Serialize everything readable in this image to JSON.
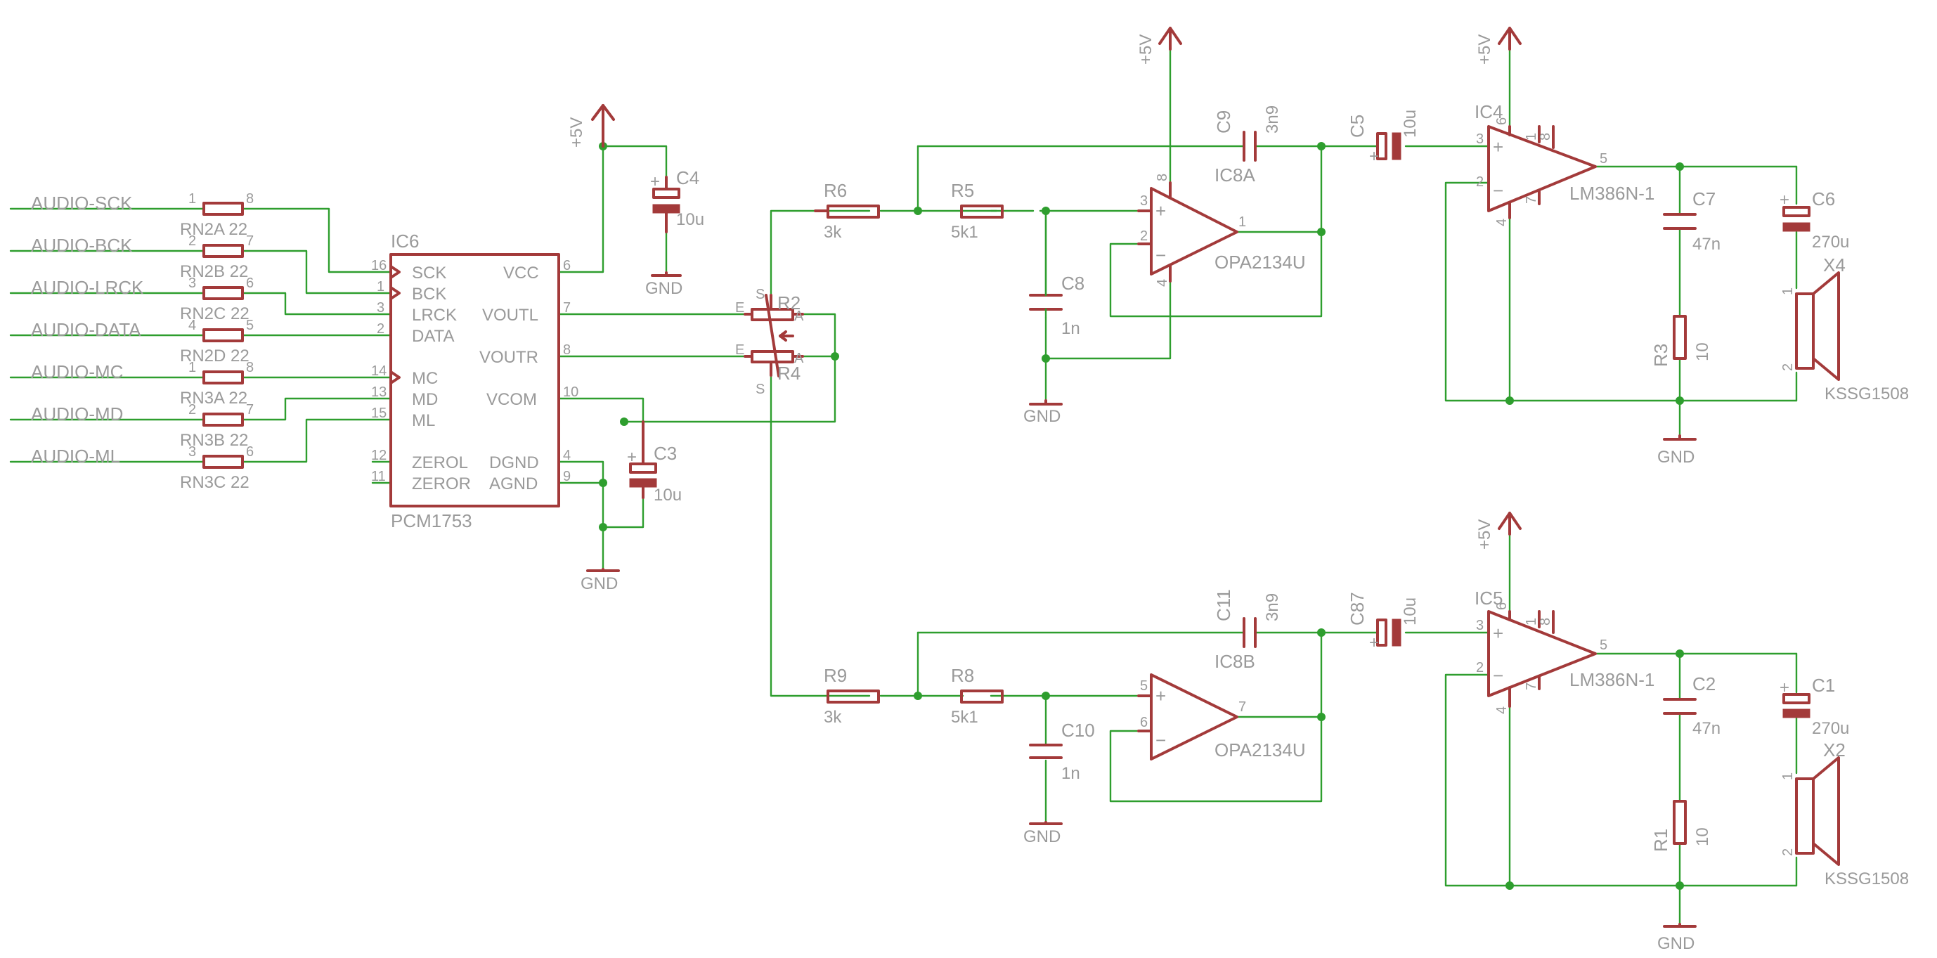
{
  "supply": "+5V",
  "ground": "GND",
  "nets": [
    "AUDIO-SCK",
    "AUDIO-BCK",
    "AUDIO-LRCK",
    "AUDIO-DATA",
    "AUDIO-MC",
    "AUDIO-MD",
    "AUDIO-ML"
  ],
  "resistor_networks": [
    {
      "name": "RN2A 22",
      "p1": "1",
      "p2": "8"
    },
    {
      "name": "RN2B 22",
      "p1": "2",
      "p2": "7"
    },
    {
      "name": "RN2C 22",
      "p1": "3",
      "p2": "6"
    },
    {
      "name": "RN2D 22",
      "p1": "4",
      "p2": "5"
    },
    {
      "name": "RN3A 22",
      "p1": "1",
      "p2": "8"
    },
    {
      "name": "RN3B 22",
      "p1": "2",
      "p2": "7"
    },
    {
      "name": "RN3C 22",
      "p1": "3",
      "p2": "6"
    }
  ],
  "dac": {
    "ref": "IC6",
    "part": "PCM1753",
    "left_pins": [
      {
        "num": "16",
        "name": "SCK"
      },
      {
        "num": "1",
        "name": "BCK"
      },
      {
        "num": "3",
        "name": "LRCK"
      },
      {
        "num": "2",
        "name": "DATA"
      },
      {
        "num": "14",
        "name": "MC"
      },
      {
        "num": "13",
        "name": "MD"
      },
      {
        "num": "15",
        "name": "ML"
      },
      {
        "num": "12",
        "name": "ZEROL"
      },
      {
        "num": "11",
        "name": "ZEROR"
      }
    ],
    "right_pins": [
      {
        "num": "6",
        "name": "VCC"
      },
      {
        "num": "7",
        "name": "VOUTL"
      },
      {
        "num": "8",
        "name": "VOUTR"
      },
      {
        "num": "10",
        "name": "VCOM"
      },
      {
        "num": "4",
        "name": "DGND"
      },
      {
        "num": "9",
        "name": "AGND"
      }
    ]
  },
  "pot": {
    "r2": "R2",
    "r4": "R4",
    "e": "E",
    "a": "A",
    "s": "S"
  },
  "caps": {
    "c4": {
      "name": "C4",
      "value": "10u"
    },
    "c3": {
      "name": "C3",
      "value": "10u"
    },
    "c9": {
      "name": "C9",
      "value": "3n9"
    },
    "c8": {
      "name": "C8",
      "value": "1n"
    },
    "c5": {
      "name": "C5",
      "value": "10u"
    },
    "c7": {
      "name": "C7",
      "value": "47n"
    },
    "c6": {
      "name": "C6",
      "value": "270u"
    },
    "c11": {
      "name": "C11",
      "value": "3n9"
    },
    "c10": {
      "name": "C10",
      "value": "1n"
    },
    "c87": {
      "name": "C87",
      "value": "10u"
    },
    "c2": {
      "name": "C2",
      "value": "47n"
    },
    "c1": {
      "name": "C1",
      "value": "270u"
    }
  },
  "resistors": {
    "r6": {
      "name": "R6",
      "value": "3k"
    },
    "r5": {
      "name": "R5",
      "value": "5k1"
    },
    "r9": {
      "name": "R9",
      "value": "3k"
    },
    "r8": {
      "name": "R8",
      "value": "5k1"
    },
    "r3": {
      "name": "R3",
      "value": "10"
    },
    "r1": {
      "name": "R1",
      "value": "10"
    }
  },
  "opamps": {
    "a": {
      "ref": "IC8A",
      "part": "OPA2134U",
      "plus": "3",
      "minus": "2",
      "out": "1",
      "vpos": "8",
      "vneg": "4"
    },
    "b": {
      "ref": "IC8B",
      "part": "OPA2134U",
      "plus": "5",
      "minus": "6",
      "out": "7"
    }
  },
  "amps": {
    "top": {
      "ref": "IC4",
      "part": "LM386N-1",
      "in_plus": "3",
      "in_minus": "2",
      "out": "5",
      "vs": "6",
      "gnd": "4",
      "g1": "1",
      "g8": "8",
      "byp": "7"
    },
    "bot": {
      "ref": "IC5",
      "part": "LM386N-1",
      "in_plus": "3",
      "in_minus": "2",
      "out": "5",
      "vs": "6",
      "gnd": "4",
      "g1": "1",
      "g8": "8",
      "byp": "7"
    }
  },
  "speakers": {
    "top": {
      "ref": "X4",
      "part": "KSSG1508",
      "p1": "1",
      "p2": "2"
    },
    "bot": {
      "ref": "X2",
      "part": "KSSG1508",
      "p1": "1",
      "p2": "2"
    }
  },
  "signs": {
    "plus": "+",
    "minus": "−"
  }
}
